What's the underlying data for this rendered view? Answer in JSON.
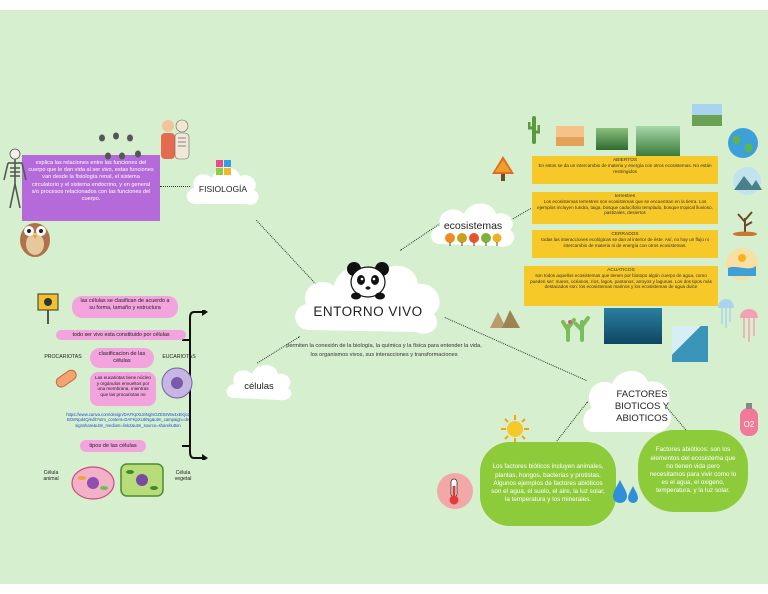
{
  "center": {
    "title": "ENTORNO VIVO",
    "description": "permiten la conexión de la biología, la química y la física para entender la vida, los organismos vivos, sus interacciones y transformaciones"
  },
  "fisiologia": {
    "title": "FISIOLOGÍA",
    "text": "explica las relaciones entre las funciones del cuerpo que le dan vida al ser vivo, estas funciones van desde la fisiología renal, el sistema circulatorio y el sistema endocrino, y en general s/o procesos relacionados con las funciones del cuerpo."
  },
  "ecosistemas": {
    "title": "ecosistemas",
    "items": [
      {
        "title": "ABIERTOS",
        "text": "En estos se da un intercambio de materia y energía con otros ecosistemas. No están restringidos"
      },
      {
        "title": "terrestres",
        "text": "Los ecosistemas terrestres son ecosistemas que se encuentran en la tierra. Los ejemplos incluyen tundra, taiga, bosque caducifolio templado, bosque tropical lluvioso, pastizales, desiertos"
      },
      {
        "title": "CERRADOS",
        "text": "todas las interacciones ecológicas se dan al interior de éste. Así, no hay un flujo ni intercambio de materia ni de energía con otros ecosistemas."
      },
      {
        "title": "ACUATICOS",
        "text": "son todos aquellos ecosistemas que tienen por biotopo algún cuerpo de agua, como pueden ser: mares, océanos, ríos, lagos, pantanos, arroyos y lagunas. Los dos tipos más destacados son: los ecosistemas marinos y los ecosistemas de agua dulce"
      }
    ]
  },
  "celulas": {
    "title": "células",
    "classify": "las células se clasifican de acuerdo a su forma, tamaño y estructura",
    "all": "todo ser vivo esta constituido por células",
    "procariotas_label": "PROCARIOTAS",
    "classification": "clasificacion de las células",
    "eucariotas_label": "EUCARIOTAS",
    "eucariotas_text": "Las eucariotas tiene núcleo y orgánulos envueltos por una membrana, mientras que las procariotas no",
    "link": "https://www.canva.com/design/DAFKpXL8iNg/sOZE0sWw4xEKjo2BOnNpd4Q/edit?utm_content=DAFKpXL8iNg&utm_campaign=designshare&utm_medium=link2&utm_source=sharebutton",
    "types": "tipos de las células",
    "animal": "Célula animal",
    "vegetal": "Célula vegetal"
  },
  "factores": {
    "title": "FACTORES BIOTICOS Y ABIOTICOS",
    "bioticos": "Los factores bióticos incluyen animales, plantas, hongos, bacterias y protistas. Algunos ejemplos de factores abióticos son el agua, el suelo, el aire, la luz solar, la temperatura y los minerales.",
    "abioticos": "Factores abióticos: son los elementos del ecosistema que no tienen vida pero necesitamos para vivir como lo es el agua, el oxigeno, temperatura, y la luz solar."
  },
  "colors": {
    "background": "#d6efcf",
    "yellow": "#f7c928",
    "pink": "#f3a3dd",
    "purple": "#b46ad8",
    "green": "#8ecb3a"
  }
}
